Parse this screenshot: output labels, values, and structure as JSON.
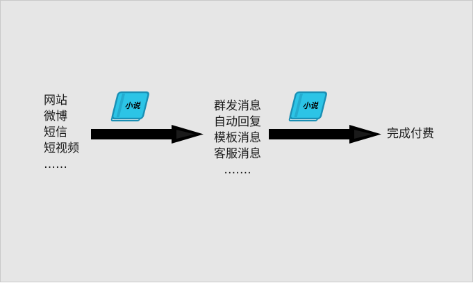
{
  "sources": [
    "网站",
    "微博",
    "短信",
    "短视频",
    "……"
  ],
  "channels": [
    "群发消息",
    "自动回复",
    "模板消息",
    "客服消息",
    "……."
  ],
  "outcome": "完成付费",
  "book_label": "小说",
  "colors": {
    "background": "#e6e6e6",
    "arrow": "#000000",
    "book_cover": "#2cc4e6",
    "book_edge": "#1a8fb4",
    "book_pages": "#ffffff"
  },
  "icons": [
    "book-icon",
    "book-icon"
  ]
}
